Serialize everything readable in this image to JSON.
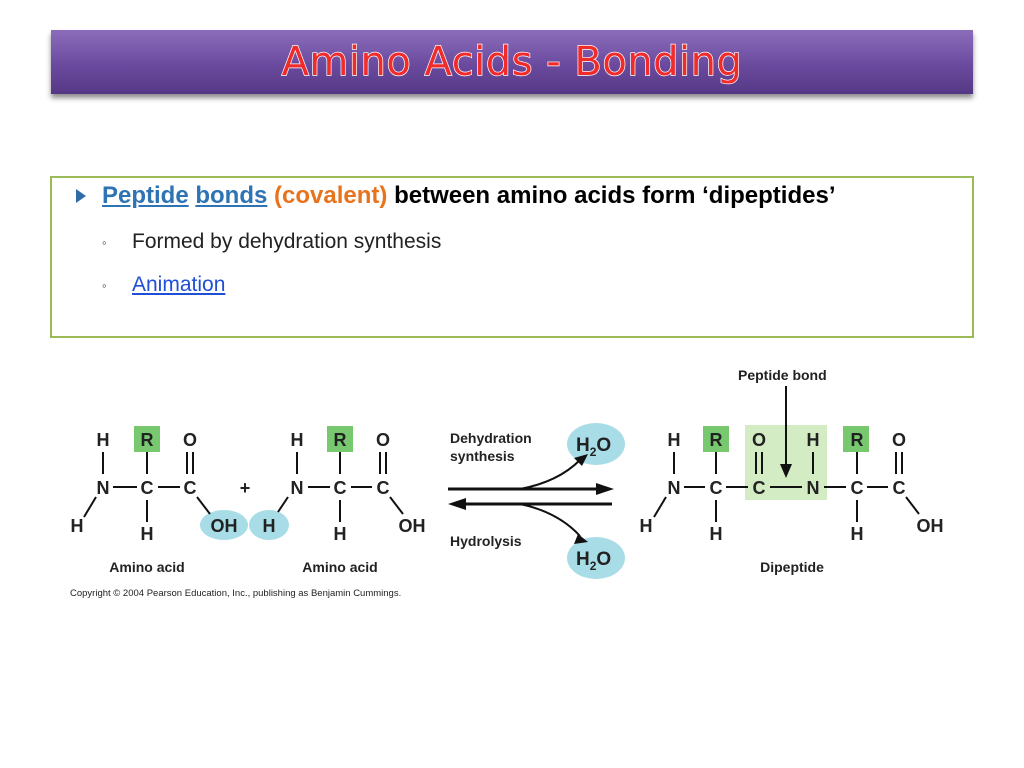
{
  "title": "Amino Acids - Bonding",
  "bullet": {
    "word1": "Peptide",
    "word2": "bonds",
    "word3": "(covalent)",
    "rest": "between amino acids form ‘dipeptides’"
  },
  "sub_items": [
    "Formed by dehydration synthesis",
    "Animation"
  ],
  "figure": {
    "peptide_bond_label": "Peptide bond",
    "amino_acid_label": "Amino acid",
    "dipeptide_label": "Dipeptide",
    "dehydration_line1": "Dehydration",
    "dehydration_line2": "synthesis",
    "hydrolysis_label": "Hydrolysis",
    "water_h": "H",
    "water_sub": "2",
    "water_o": "O",
    "plus": "+",
    "atoms": {
      "H": "H",
      "R": "R",
      "O": "O",
      "N": "N",
      "C": "C",
      "OH": "OH"
    },
    "copyright": "Copyright © 2004 Pearson Education, Inc., publishing as Benjamin Cummings."
  },
  "colors": {
    "title_fill": "#ef2b2b",
    "title_bar": "#6a4a9e",
    "box_border": "#9bbb59",
    "link_blue": "#2e74b5",
    "orange": "#e8731f",
    "r_group": "#77c86f",
    "peptide_highlight": "#d4ecc4",
    "water_oval": "#a8dde8"
  }
}
